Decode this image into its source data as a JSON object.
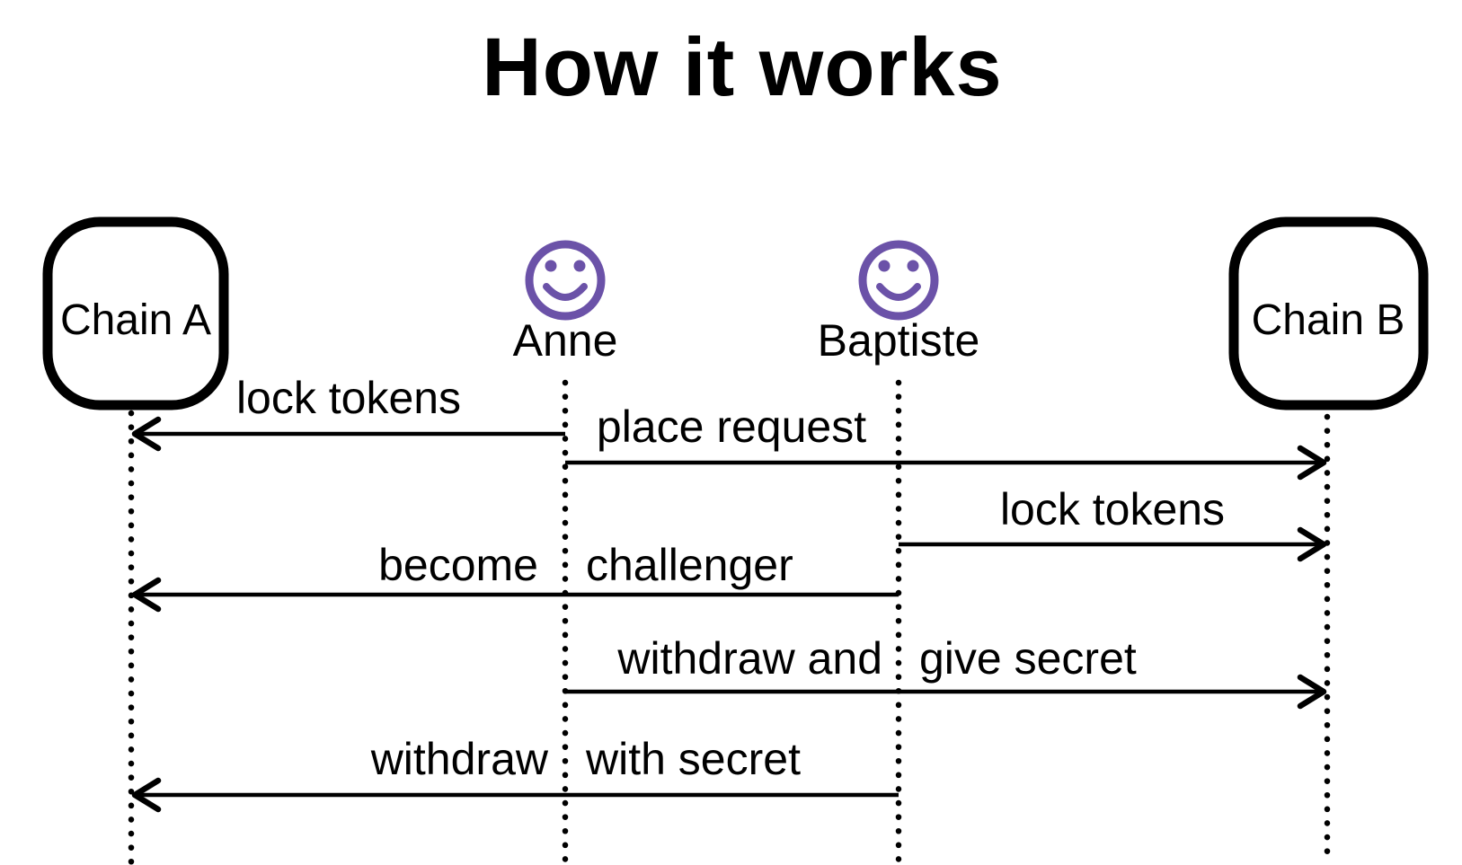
{
  "title": "How it works",
  "colors": {
    "person_icon": "#6b52a8",
    "line": "#000000",
    "background": "#ffffff"
  },
  "actors": [
    {
      "id": "chain-a",
      "label": "Chain A",
      "kind": "rounded-box"
    },
    {
      "id": "anne",
      "label": "Anne",
      "kind": "person"
    },
    {
      "id": "baptiste",
      "label": "Baptiste",
      "kind": "person"
    },
    {
      "id": "chain-b",
      "label": "Chain B",
      "kind": "rounded-box"
    }
  ],
  "messages": [
    {
      "n": 1,
      "from": "Anne",
      "to": "Chain A",
      "direction": "left",
      "label": "lock tokens"
    },
    {
      "n": 2,
      "from": "Anne",
      "to": "Chain B",
      "direction": "right",
      "label": "place request"
    },
    {
      "n": 3,
      "from": "Baptiste",
      "to": "Chain B",
      "direction": "right",
      "label": "lock tokens"
    },
    {
      "n": 4,
      "from": "Baptiste",
      "to": "Chain A",
      "direction": "left",
      "label": "become challenger",
      "label_left": "become",
      "label_right": "challenger"
    },
    {
      "n": 5,
      "from": "Anne",
      "to": "Chain B",
      "direction": "right",
      "label": "withdraw and give secret",
      "label_left": "withdraw and",
      "label_right": "give secret"
    },
    {
      "n": 6,
      "from": "Baptiste",
      "to": "Chain A",
      "direction": "left",
      "label": "withdraw with secret",
      "label_left": "withdraw",
      "label_right": "with secret"
    }
  ]
}
